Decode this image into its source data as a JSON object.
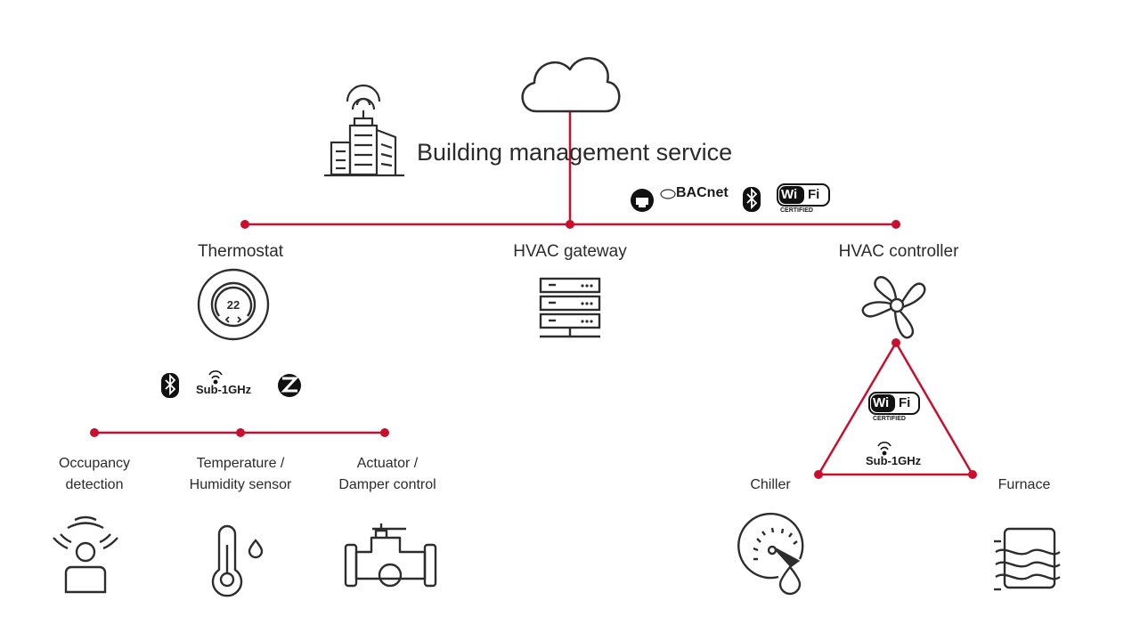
{
  "title": "Building management service",
  "nodes": {
    "thermostat": "Thermostat",
    "thermostat_value": "22",
    "gateway": "HVAC gateway",
    "controller": "HVAC controller",
    "occupancy": [
      "Occupancy",
      "detection"
    ],
    "temperature": [
      "Temperature /",
      "Humidity sensor"
    ],
    "actuator": [
      "Actuator /",
      "Damper control"
    ],
    "chiller": "Chiller",
    "furnace": "Furnace"
  },
  "protocols": {
    "top": [
      "ethernet-icon",
      "BACnet",
      "bluetooth-icon",
      "Wi Fi CERTIFIED"
    ],
    "bacnet": "BACnet",
    "wifi_a": "Wi",
    "wifi_b": "Fi",
    "certified": "CERTIFIED",
    "sub_ghz": "Sub-1GHz",
    "left": [
      "bluetooth-icon",
      "Sub-1GHz",
      "zigbee-icon"
    ],
    "triangle": [
      "Wi Fi CERTIFIED",
      "Sub-1GHz"
    ]
  },
  "icons": [
    "cloud-icon",
    "building-icon",
    "thermostat-icon",
    "server-icon",
    "fan-icon",
    "occupancy-sensor-icon",
    "thermometer-icon",
    "valve-icon",
    "gauge-icon",
    "furnace-icon"
  ],
  "colors": {
    "link": "#c8102e",
    "icon": "#2d2d2d"
  }
}
